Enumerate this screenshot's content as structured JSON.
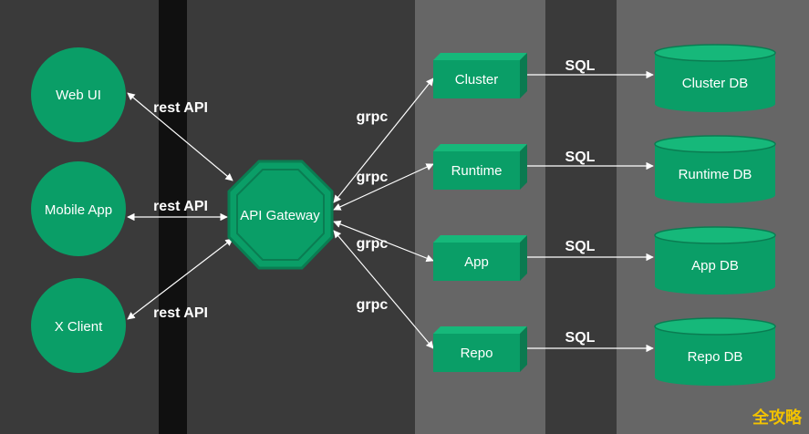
{
  "colors": {
    "background": "#3a3a3a",
    "divider_dark": "#101010",
    "band_light": "#666666",
    "node_fill": "#0a9e67",
    "node_stroke": "#0a7d52",
    "node_top": "#16b87a",
    "node_side": "#0b7a50",
    "arrow": "#ffffff",
    "watermark": "#f2c200"
  },
  "clients": [
    {
      "id": "web",
      "label": "Web UI",
      "icon": "circle"
    },
    {
      "id": "mobile",
      "label": "Mobile App",
      "icon": "circle"
    },
    {
      "id": "xclient",
      "label": "X Client",
      "icon": "circle"
    }
  ],
  "gateway": {
    "label": "API Gateway",
    "icon": "octagon"
  },
  "services": [
    {
      "id": "cluster",
      "label": "Cluster",
      "icon": "cube"
    },
    {
      "id": "runtime",
      "label": "Runtime",
      "icon": "cube"
    },
    {
      "id": "app",
      "label": "App",
      "icon": "cube"
    },
    {
      "id": "repo",
      "label": "Repo",
      "icon": "cube"
    }
  ],
  "databases": [
    {
      "id": "clusterdb",
      "label": "Cluster DB",
      "icon": "cylinder"
    },
    {
      "id": "runtimedb",
      "label": "Runtime DB",
      "icon": "cylinder"
    },
    {
      "id": "appdb",
      "label": "App DB",
      "icon": "cylinder"
    },
    {
      "id": "repodb",
      "label": "Repo DB",
      "icon": "cylinder"
    }
  ],
  "edges": {
    "client_gateway": [
      "rest API",
      "rest API",
      "rest API"
    ],
    "gateway_service": [
      "grpc",
      "grpc",
      "grpc",
      "grpc"
    ],
    "service_db": [
      "SQL",
      "SQL",
      "SQL",
      "SQL"
    ]
  },
  "watermark": "全攻略"
}
